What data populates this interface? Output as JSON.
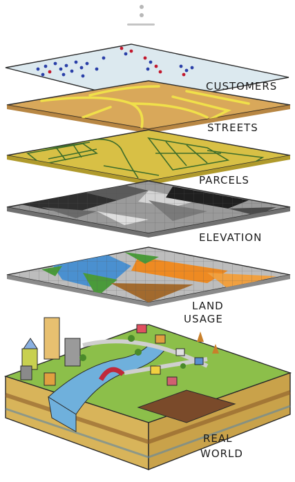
{
  "layers": [
    {
      "id": "customers",
      "label": "CUSTOMERS"
    },
    {
      "id": "streets",
      "label": "STREETS"
    },
    {
      "id": "parcels",
      "label": "PARCELS"
    },
    {
      "id": "elevation",
      "label": "ELEVATION"
    },
    {
      "id": "land_usage",
      "label_lines": [
        "LAND",
        "USAGE"
      ]
    },
    {
      "id": "real_world",
      "label_lines": [
        "REAL",
        "WORLD"
      ]
    }
  ],
  "colors": {
    "customers_fill": "#dce9ef",
    "customer_dot_blue": "#2a3fa8",
    "customer_dot_red": "#c2182d",
    "streets_fill": "#d9a85a",
    "street_line": "#f0e04a",
    "parcels_fill": "#d8c045",
    "parcel_line": "#3b6b2a",
    "outline": "#2a2a2a",
    "land_gray": "#bdbdbd",
    "land_blue": "#4a90d0",
    "land_green": "#4a9a3a",
    "land_orange": "#ee8a22",
    "land_brown": "#a26a2e",
    "grass": "#8cbf4a",
    "soil": "#d8b45a",
    "river": "#6fb0dc",
    "bridge": "#c0293a"
  },
  "icons": [
    "menu-grip-icon"
  ]
}
